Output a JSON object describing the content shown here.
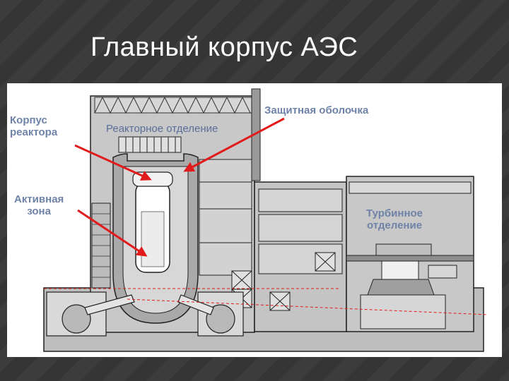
{
  "slide": {
    "title": "Главный корпус АЭС"
  },
  "diagram": {
    "labels": {
      "reactor_vessel": [
        "Корпус",
        "реактора"
      ],
      "active_zone": [
        "Активная",
        "зона"
      ],
      "containment": "Защитная оболочка",
      "reactor_department": "Реакторное отделение",
      "turbine_department": [
        "Турбинное",
        "отделение"
      ]
    },
    "colors": {
      "background": "#3a3a3a",
      "title": "#ffffff",
      "label_text": "#6f83a8",
      "arrow": "#e11b1b",
      "building_fill": "#c8c8c8",
      "building_dark": "#9a9a9a",
      "outline": "#222222"
    }
  }
}
